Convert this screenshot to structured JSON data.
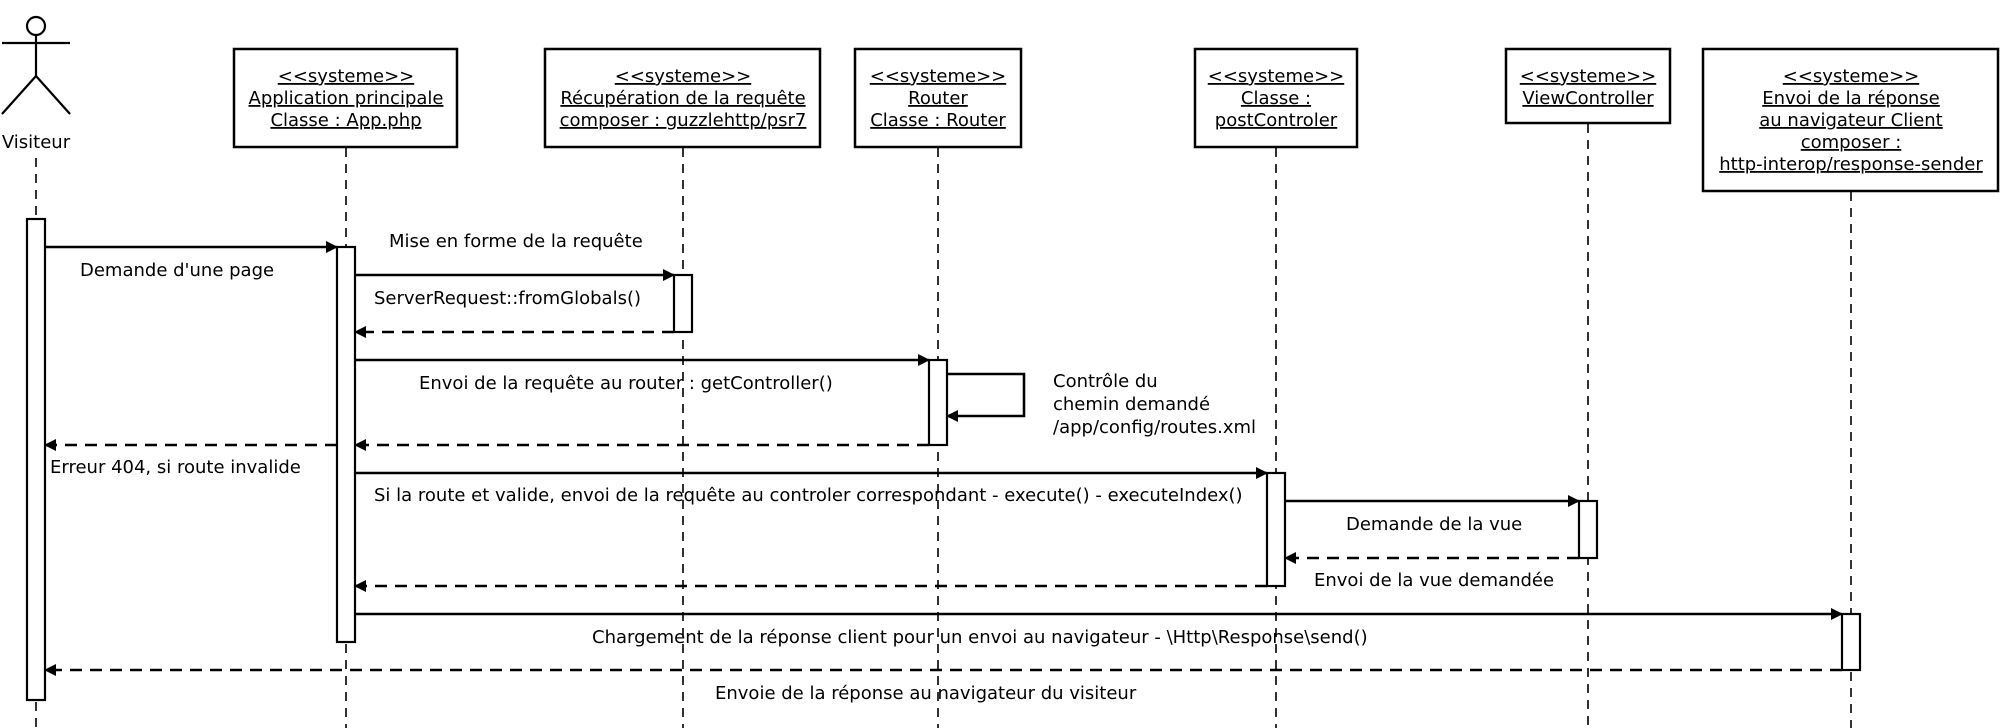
{
  "actor": {
    "label": "Visiteur"
  },
  "participants": [
    {
      "id": "app",
      "lines": [
        "<<systeme>>",
        "Application principale",
        "Classe : App.php"
      ]
    },
    {
      "id": "req",
      "lines": [
        "<<systeme>>",
        "Récupération de la requête",
        "composer : guzzlehttp/psr7"
      ]
    },
    {
      "id": "router",
      "lines": [
        "<<systeme>>",
        "Router",
        "Classe : Router"
      ]
    },
    {
      "id": "post",
      "lines": [
        "<<systeme>>",
        "Classe :",
        "postControler"
      ]
    },
    {
      "id": "view",
      "lines": [
        "<<systeme>>",
        "ViewController"
      ]
    },
    {
      "id": "send",
      "lines": [
        "<<systeme>>",
        "Envoi de la réponse",
        "au navigateur Client",
        "composer :",
        "http-interop/response-sender"
      ]
    }
  ],
  "messages": [
    {
      "label": "Demande d'une page"
    },
    {
      "label": "Mise en forme de la requête"
    },
    {
      "label": "ServerRequest::fromGlobals()"
    },
    {
      "label": "Envoi de la requête au router : getController()"
    },
    {
      "label": "Contrôle du"
    },
    {
      "label": "chemin demandé"
    },
    {
      "label": "/app/config/routes.xml"
    },
    {
      "label": "Erreur 404, si route invalide"
    },
    {
      "label": "Si la route et valide, envoi de la requête au controler correspondant - execute() - executeIndex()"
    },
    {
      "label": "Demande de la vue"
    },
    {
      "label": "Envoi de la vue demandée"
    },
    {
      "label": "Chargement de la réponse client pour un envoi au navigateur - \\Http\\Response\\send()"
    },
    {
      "label": "Envoie de la réponse au navigateur du visiteur"
    }
  ]
}
